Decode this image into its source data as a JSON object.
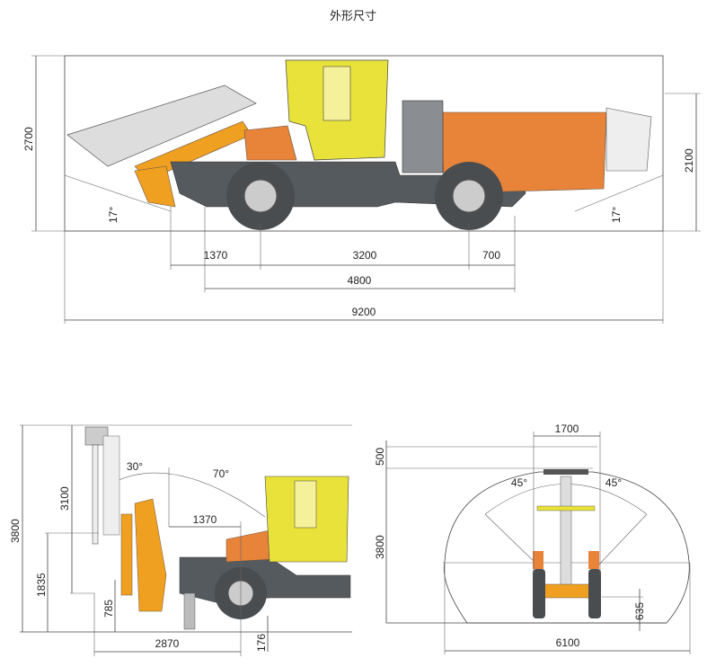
{
  "title": "外形尺寸",
  "side_view": {
    "dimensions": {
      "height_total": "2700",
      "height_rear": "2100",
      "angle_front": "17°",
      "angle_rear": "17°",
      "front_overhang": "1370",
      "wheelbase": "3200",
      "rear_overhang": "700",
      "boom_to_rear": "4800",
      "length_total": "9200"
    }
  },
  "working_side_view": {
    "dimensions": {
      "height_total": "3800",
      "feed_length": "3100",
      "pivot_height": "1835",
      "low_height": "785",
      "reach_1370": "1370",
      "reach_2870": "2870",
      "ground_clearance": "176",
      "angle_back": "30°",
      "angle_forward": "70°"
    }
  },
  "front_view": {
    "dimensions": {
      "width_1700": "1700",
      "top_500": "500",
      "height_3800": "3800",
      "angle_left": "45°",
      "angle_right": "45°",
      "low_635": "635",
      "coverage_width": "6100"
    }
  },
  "colors": {
    "body": "#e8833a",
    "cab": "#e9e23a",
    "boom": "#f0a020",
    "chassis": "#555a5e"
  }
}
